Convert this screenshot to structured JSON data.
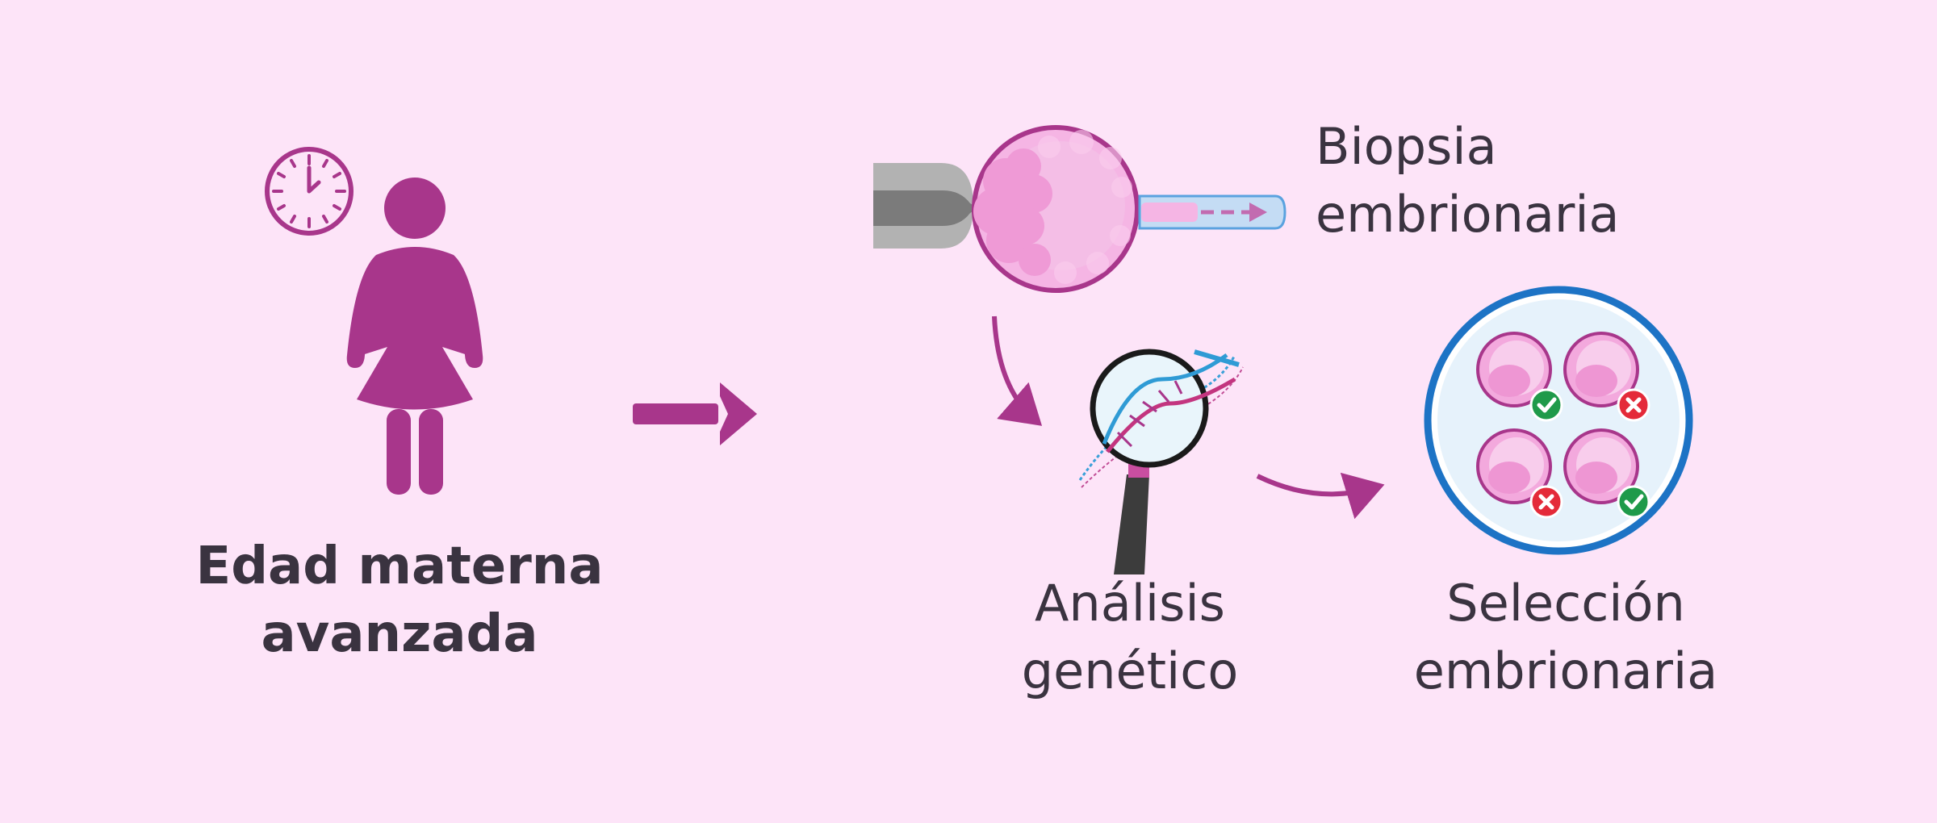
{
  "labels": {
    "maternal_age": [
      "Edad materna",
      "avanzada"
    ],
    "biopsy": [
      "Biopsia",
      "embrionaria"
    ],
    "analysis": [
      "Análisis",
      "genético"
    ],
    "selection": [
      "Selección",
      "embrionaria"
    ]
  },
  "icons": {
    "clock": "clock-icon",
    "woman": "woman-icon",
    "arrow": "arrow-right-icon",
    "pipette": "holding-pipette-icon",
    "embryo": "embryo-icon",
    "needle": "biopsy-needle-icon",
    "magnifier": "magnifying-glass-icon",
    "dna": "dna-icon",
    "selection_dish": "selection-dish-icon",
    "check": "check-icon",
    "cross": "cross-icon"
  },
  "selection_results": [
    "accepted",
    "rejected",
    "rejected",
    "accepted"
  ],
  "colors": {
    "background": "#fde4f8",
    "primary_magenta": "#a8368b",
    "embryo_pink": "#f3a9dd",
    "dish_blue": "#1d73c5",
    "accept_green": "#1f9a4a",
    "reject_red": "#e42a39",
    "text": "#3a3340"
  }
}
